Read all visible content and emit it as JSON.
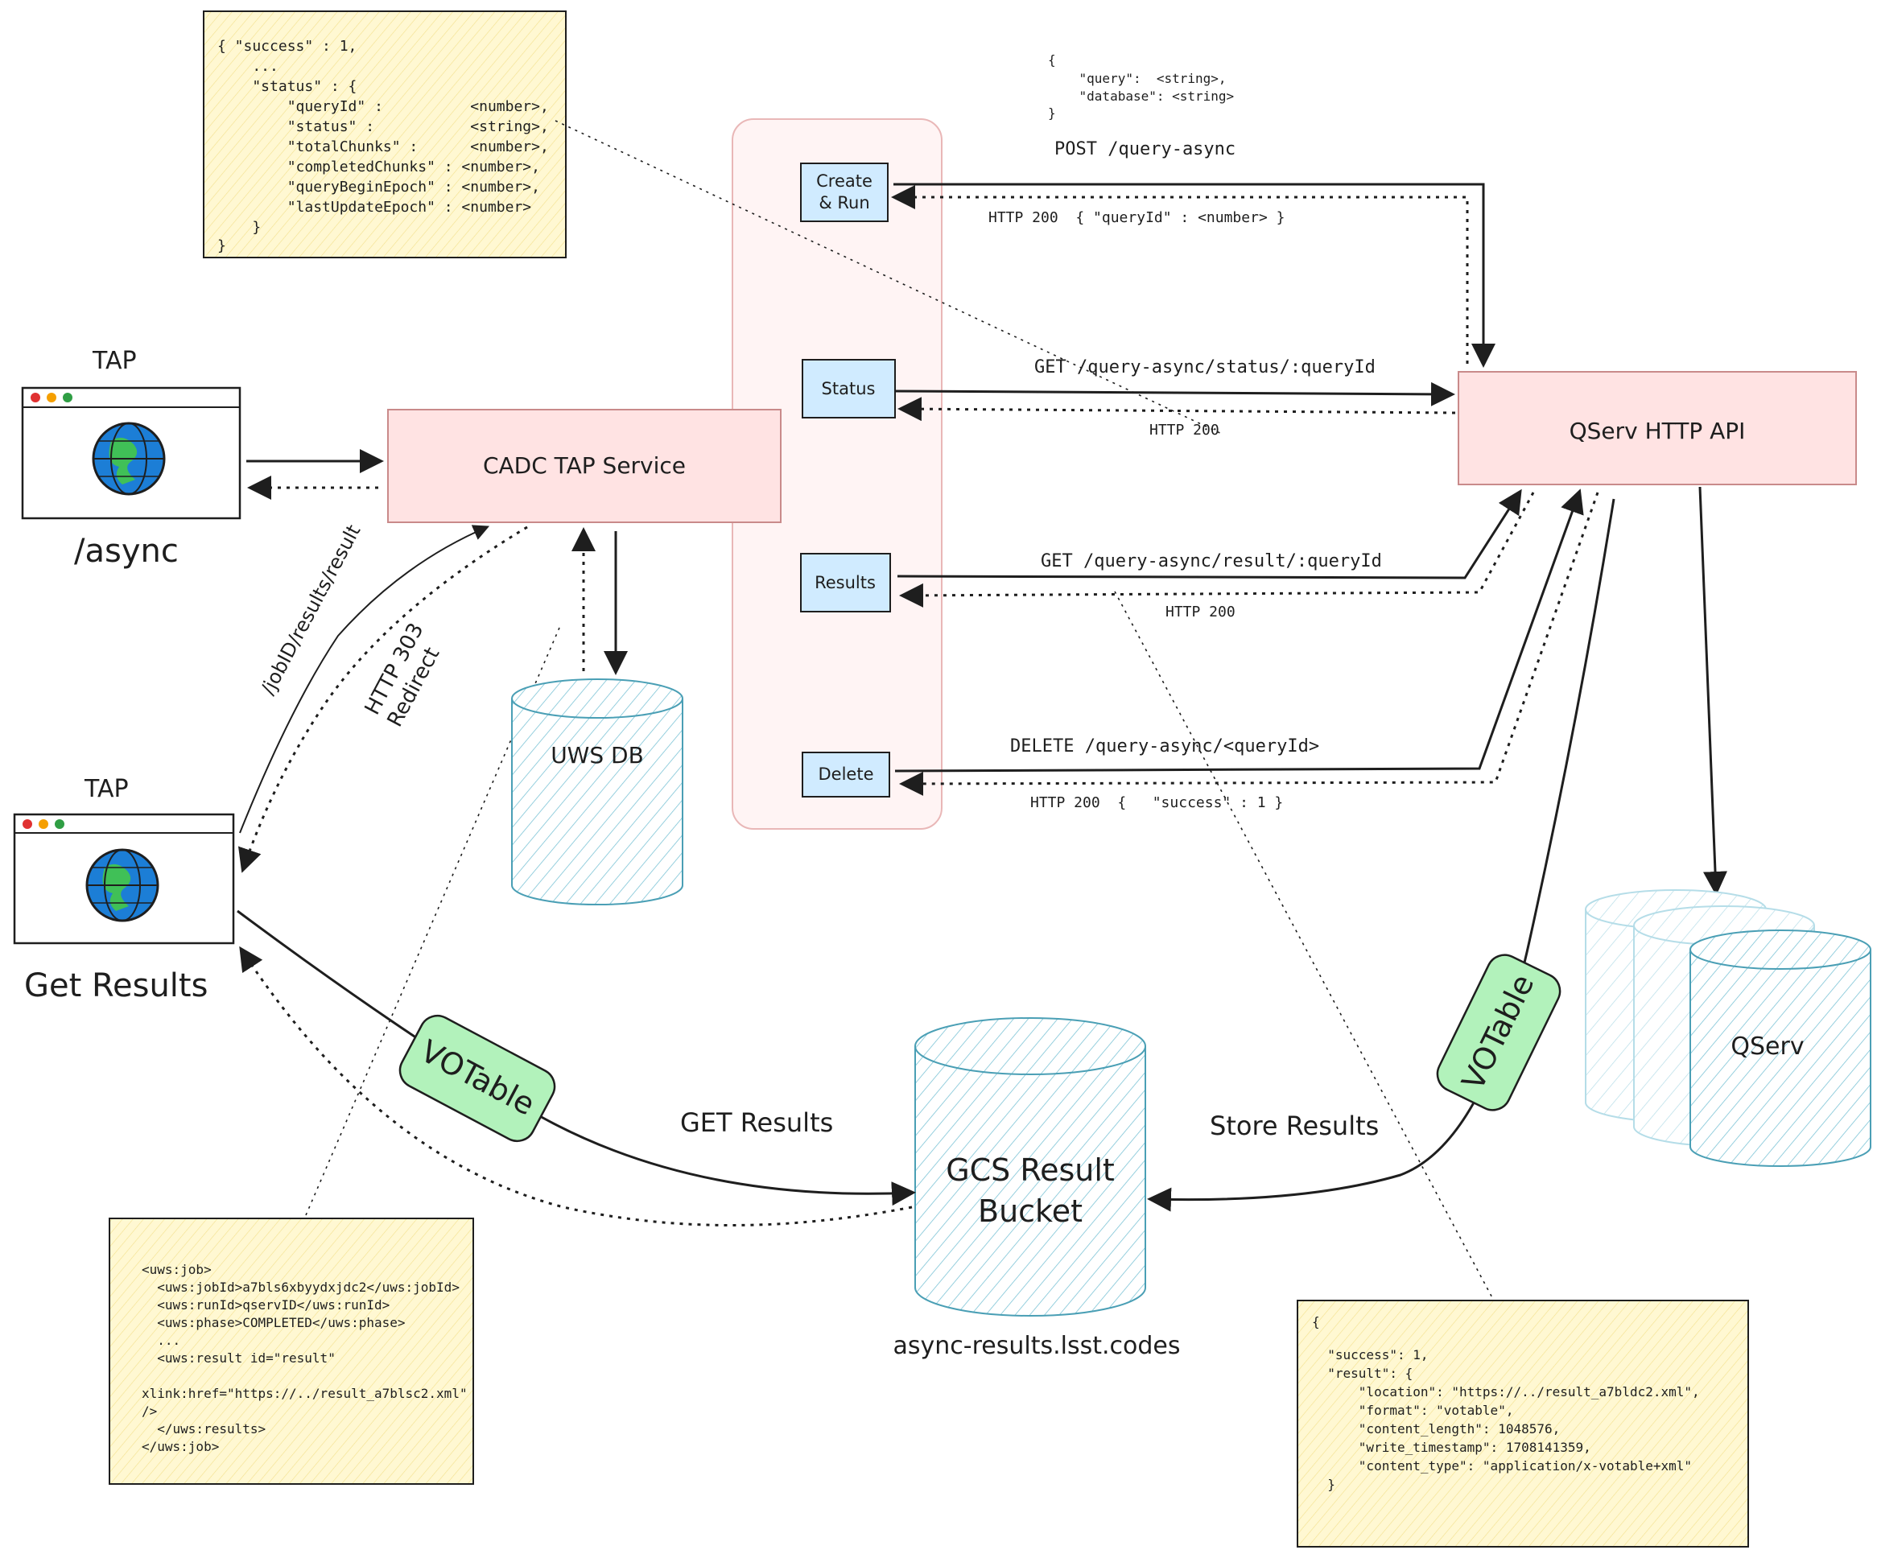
{
  "title": "",
  "clients": {
    "tap_async": {
      "label": "TAP",
      "caption": "/async"
    },
    "tap_results": {
      "label": "TAP",
      "caption": "Get Results"
    }
  },
  "cadc_service": {
    "label": "CADC TAP Service"
  },
  "uws_db": {
    "label": "UWS DB"
  },
  "qserv_api": {
    "label": "QServ HTTP API"
  },
  "qserv_db": {
    "label": "QServ"
  },
  "gcs_bucket": {
    "label_line1": "GCS Result",
    "label_line2": "Bucket",
    "caption": "async-results.lsst.codes"
  },
  "actions": [
    {
      "id": "create",
      "lines": [
        "Create",
        "& Run"
      ]
    },
    {
      "id": "status",
      "lines": [
        "Status"
      ]
    },
    {
      "id": "results",
      "lines": [
        "Results"
      ]
    },
    {
      "id": "delete",
      "lines": [
        "Delete"
      ]
    }
  ],
  "requests": {
    "post_body": [
      "{",
      "    \"query\":  <string>,",
      "    \"database\": <string>",
      "}"
    ],
    "post": "POST /query-async",
    "post_response": "HTTP 200  { \"queryId\" : <number> }",
    "status": "GET /query-async/status/:queryId",
    "status_response": "HTTP 200",
    "result": "GET /query-async/result/:queryId",
    "result_response": "HTTP 200",
    "delete": "DELETE /query-async/<queryId>",
    "delete_response": "HTTP 200  {   \"success\" : 1 }"
  },
  "redirect": {
    "path": "/jobID/results/result",
    "code_line1": "HTTP 303",
    "code_line2": "Redirect"
  },
  "votable_label": "VOTable",
  "flows": {
    "get_results": "GET Results",
    "store_results": "Store Results"
  },
  "notes": {
    "status_json": [
      "{   \"success\" : 1,",
      "    ...",
      "    \"status\" : {",
      "        \"queryId\" :          <number>,",
      "        \"status\" :           <string>,",
      "        \"totalChunks\" :      <number>,",
      "        \"completedChunks\" : <number>,",
      "        \"queryBeginEpoch\" : <number>,",
      "        \"lastUpdateEpoch\" : <number>",
      "    }",
      "}"
    ],
    "uws_job": [
      "<uws:job>",
      "  <uws:jobId>a7bls6xbyydxjdc2</uws:jobId>",
      "  <uws:runId>qservID</uws:runId>",
      "  <uws:phase>COMPLETED</uws:phase>",
      "  ...",
      "  <uws:result id=\"result\"",
      "",
      "xlink:href=\"https://../result_a7blsc2.xml\"",
      "/>",
      "  </uws:results>",
      "</uws:job>"
    ],
    "result_json": [
      "{",
      "  \"success\": 1,",
      "  \"result\": {",
      "      \"location\": \"https://../result_a7bldc2.xml\",",
      "      \"format\": \"votable\",",
      "      \"content_length\": 1048576,",
      "      \"write_timestamp\": 1708141359,",
      "      \"content_type\": \"application/x-votable+xml\"",
      "  }"
    ]
  },
  "colors": {
    "service_fill": "#ffe3e3",
    "service_stroke": "#c98a8a",
    "action_fill": "#d0ebff",
    "action_stroke": "#1e1e1e",
    "db_stroke": "#4a9fb5",
    "note_fill": "#fff6c7",
    "votable_fill": "#b2f2bb",
    "panel_fill": "#fff4f4"
  }
}
